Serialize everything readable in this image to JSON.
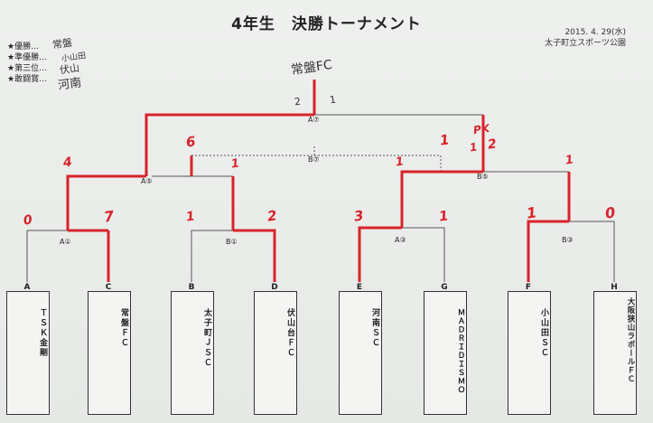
{
  "header": {
    "title": "4年生　決勝トーナメント",
    "date": "2015. 4. 29(水)",
    "venue": "太子町立スポーツ公園"
  },
  "awards": [
    {
      "label": "★優勝…",
      "handwritten": "常盤"
    },
    {
      "label": "★準優勝…",
      "handwritten": "小山田"
    },
    {
      "label": "★第三位…",
      "handwritten": "伏山"
    },
    {
      "label": "★敢闘賞…",
      "handwritten": "河南"
    }
  ],
  "winner_note": "常盤FC",
  "teams": [
    {
      "letter": "A",
      "name": "ＴＳＫ金剛"
    },
    {
      "letter": "C",
      "name": "常盤ＦＣ"
    },
    {
      "letter": "B",
      "name": "太子町ＪＳＣ"
    },
    {
      "letter": "D",
      "name": "伏山台ＦＣ"
    },
    {
      "letter": "E",
      "name": "河南ＳＣ"
    },
    {
      "letter": "G",
      "name": "ＭＡＤＲＩＤＩＳＭＯ"
    },
    {
      "letter": "F",
      "name": "小山田ＳＣ"
    },
    {
      "letter": "H",
      "name": "大阪狭山ラポールＦＣ"
    }
  ],
  "matches": {
    "a1": "A①",
    "b1": "B①",
    "a3": "A③",
    "b3": "B③",
    "a5": "A⑤",
    "b5": "B⑤",
    "a7": "A⑦",
    "b7": "B⑦"
  },
  "scores": {
    "a1_left": "0",
    "a1_right": "7",
    "b1_left": "1",
    "b1_right": "2",
    "a3_left": "3",
    "a3_right": "1",
    "b3_left": "1",
    "b3_right": "0",
    "a5_left": "4",
    "a5_right": "1",
    "b5_left": "1",
    "b5_right": "1",
    "b7_left": "6",
    "b7_right": "1",
    "a7_left": "2",
    "a7_right": "1",
    "b5_pk": "PK",
    "b5_pk_left": "1",
    "b5_pk_right": "2"
  },
  "colors": {
    "winner_line": "#d8232a",
    "line": "#555555"
  }
}
